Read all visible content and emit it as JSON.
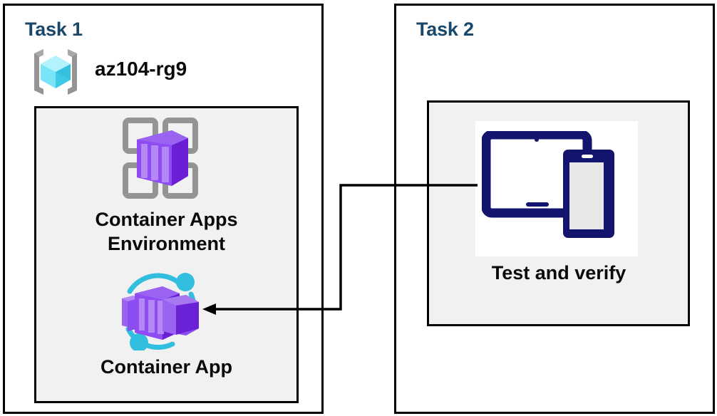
{
  "diagram": {
    "title": "Azure Container Apps task diagram",
    "background": "#ffffff",
    "accent_title_color": "#17476b",
    "panel_border_color": "#000000",
    "inner_panel_fill": "#f1f1f1",
    "connector_color": "#000000"
  },
  "task1": {
    "title": "Task 1",
    "resource_group": {
      "icon": "resource-group-icon",
      "label": "az104-rg9",
      "icon_colors": {
        "bracket": "#949494",
        "cube_light": "#9cebfb",
        "cube_mid": "#50dcf5",
        "cube_dark": "#32c5e0"
      }
    },
    "items": [
      {
        "icon": "container-apps-environment-icon",
        "label": "Container Apps\nEnvironment",
        "label_line1": "Container Apps",
        "label_line2": "Environment",
        "icon_colors": {
          "frame": "#949494",
          "box_light": "#a779f0",
          "box_mid": "#8b4cf0",
          "box_dark": "#6b21d6"
        }
      },
      {
        "icon": "container-app-icon",
        "label": "Container App",
        "icon_colors": {
          "ring": "#32bede",
          "box_light": "#a779f0",
          "box_mid": "#8b4cf0",
          "box_dark": "#6b21d6"
        }
      }
    ]
  },
  "task2": {
    "title": "Task 2",
    "items": [
      {
        "icon": "test-and-verify-devices-icon",
        "label": "Test and verify",
        "icon_colors": {
          "device": "#12146e",
          "screen": "#e8e8e8",
          "background": "#ffffff"
        }
      }
    ]
  },
  "connector": {
    "name": "test-to-container-app-arrow",
    "from": "Test and verify",
    "to": "Container App",
    "direction": "left",
    "arrowhead": "left"
  }
}
